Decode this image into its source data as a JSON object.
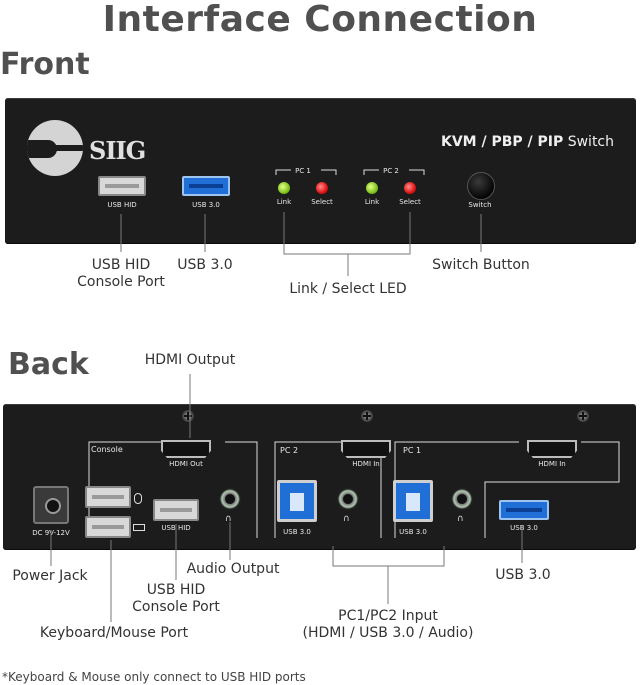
{
  "title": "Interface Connection",
  "front": {
    "heading": "Front",
    "brand": "SIIG",
    "model_kvm": "KVM / PBP / PIP",
    "model_switch": "Switch",
    "port_usb_hid": "USB HID",
    "port_usb30": "USB 3.0",
    "pc1_label": "PC 1",
    "pc2_label": "PC 2",
    "led_link": "Link",
    "led_select": "Select",
    "switch_label": "Switch",
    "callout_usb_hid_1": "USB HID",
    "callout_usb_hid_2": "Console Port",
    "callout_usb30": "USB 3.0",
    "callout_led": "Link / Select LED",
    "callout_switch": "Switch Button"
  },
  "back": {
    "heading": "Back",
    "power_label": "DC 9V-12V",
    "console_label": "Console",
    "hdmi_out_label": "HDMI Out",
    "hdmi_in_label": "HDMI In",
    "usb_hid_label": "USB HID",
    "usb30_label": "USB 3.0",
    "pc2_label": "PC 2",
    "pc1_label": "PC 1",
    "callout_hdmi_output": "HDMI Output",
    "callout_power": "Power Jack",
    "callout_usb_hid_1": "USB HID",
    "callout_usb_hid_2": "Console Port",
    "callout_audio": "Audio Output",
    "callout_kbm": "Keyboard/Mouse Port",
    "callout_pc_input_1": "PC1/PC2 Input",
    "callout_pc_input_2": "(HDMI / USB 3.0 / Audio)",
    "callout_usb30": "USB 3.0"
  },
  "footnote": "*Keyboard & Mouse only connect to USB HID ports"
}
